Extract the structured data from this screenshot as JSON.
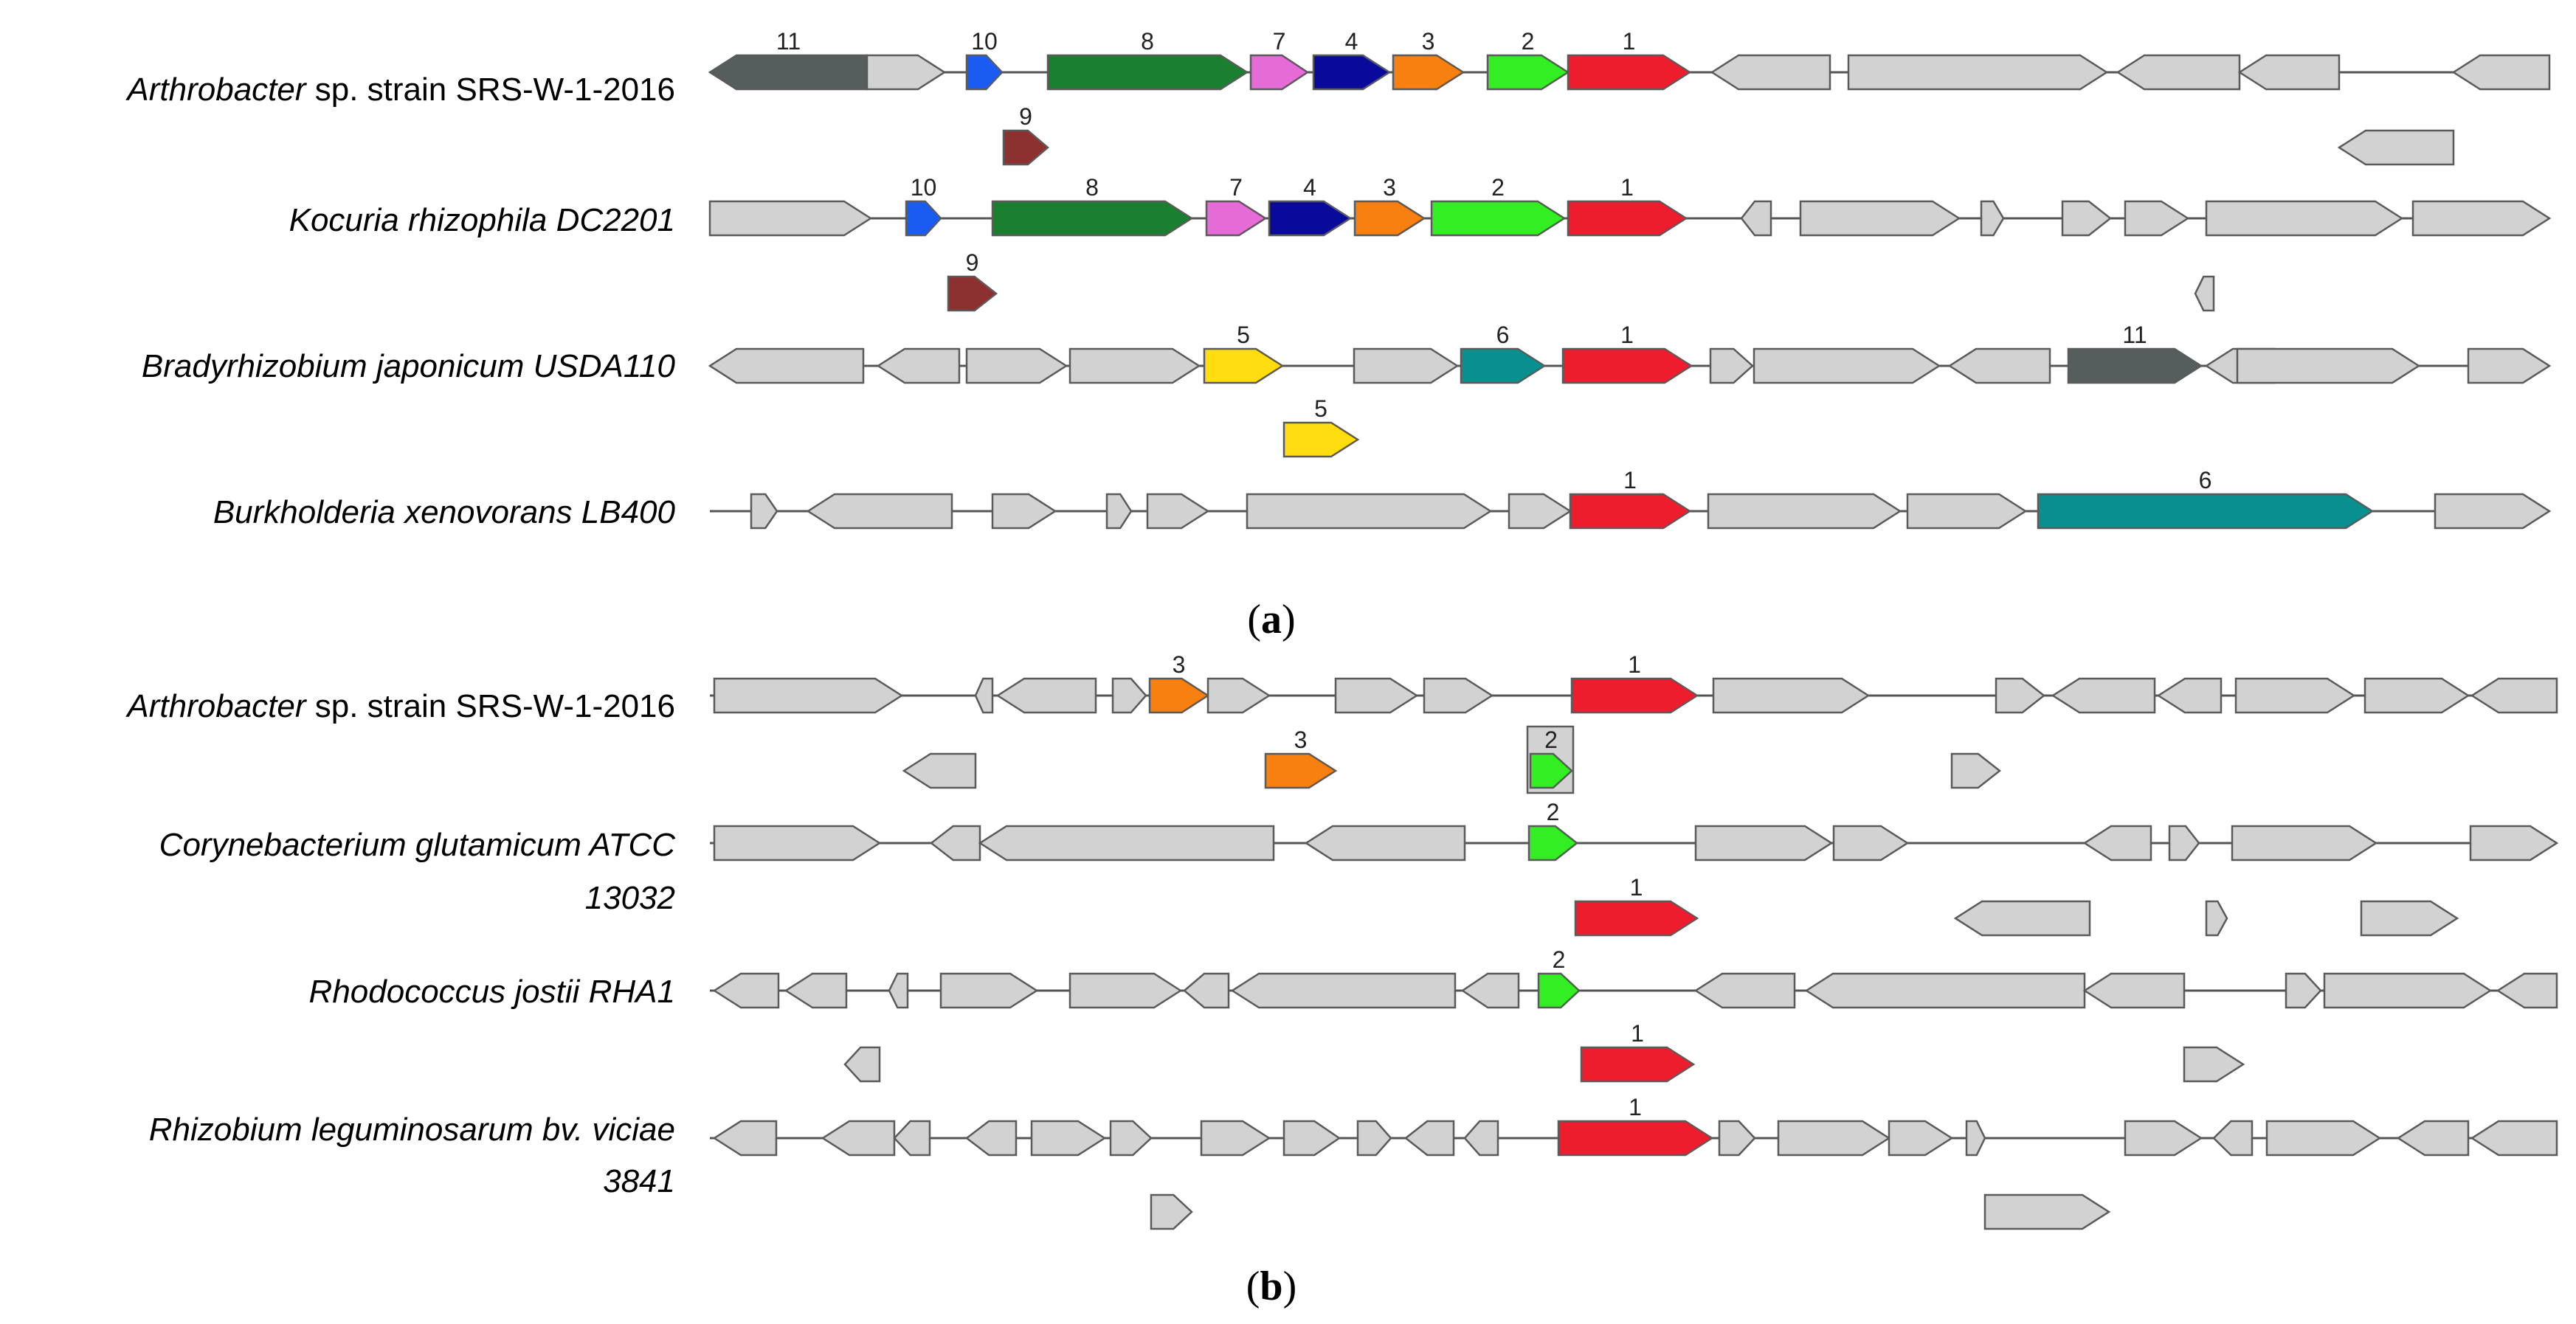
{
  "panel_a": {
    "caption_letter": "a",
    "tracks": [
      {
        "name_italic": "Arthrobacter",
        "name_rest": " sp. strain SRS-W-1-2016"
      },
      {
        "name_italic": "Kocuria rhizophila DC2201",
        "name_rest": ""
      },
      {
        "name_italic": "Bradyrhizobium japonicum USDA110",
        "name_rest": ""
      },
      {
        "name_italic": "Burkholderia xenovorans LB400",
        "name_rest": ""
      }
    ]
  },
  "panel_b": {
    "caption_letter": "b",
    "tracks": [
      {
        "name_italic": "Arthrobacter",
        "name_rest": " sp. strain SRS-W-1-2016",
        "line2": ""
      },
      {
        "name_italic": "Corynebacterium glutamicum ATCC",
        "name_rest": "",
        "line2": "13032"
      },
      {
        "name_italic": "Rhodococcus jostii RHA1",
        "name_rest": "",
        "line2": ""
      },
      {
        "name_italic": "Rhizobium leguminosarum bv. viciae",
        "name_rest": "",
        "line2": "3841"
      }
    ]
  },
  "gene_labels": {
    "g1": "1",
    "g2": "2",
    "g3": "3",
    "g4": "4",
    "g5": "5",
    "g6": "6",
    "g7": "7",
    "g8": "8",
    "g9": "9",
    "g10": "10",
    "g11": "11"
  },
  "colors": {
    "gene_1": "#ee1d2e",
    "gene_2": "#33ee22",
    "gene_3": "#f78011",
    "gene_4": "#0a0a9a",
    "gene_5": "#ffdd11",
    "gene_6": "#0a8f8f",
    "gene_7": "#e56bd6",
    "gene_8": "#1a7f2e",
    "gene_9": "#8c3030",
    "gene_10": "#1a5cf2",
    "gene_11": "#555e5c",
    "other": "#d2d2d2"
  }
}
